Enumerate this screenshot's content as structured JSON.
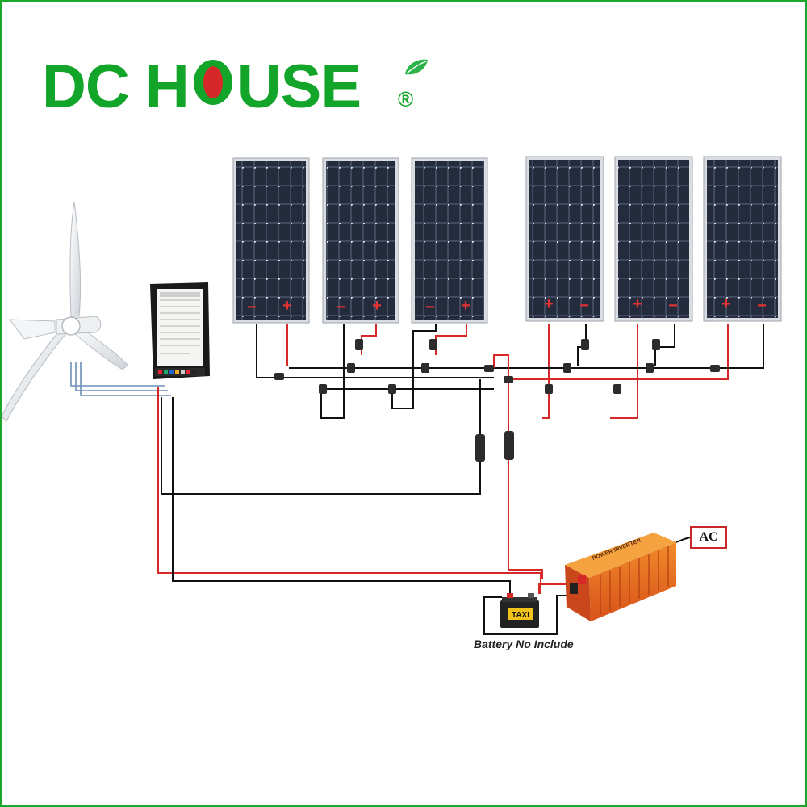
{
  "brand": {
    "logo_prefix": "DC H",
    "logo_suffix": "USE",
    "registered_mark": "®",
    "color_green": "#13a52a",
    "color_red": "#d62828"
  },
  "diagram": {
    "panel_count": 6,
    "panel_labels": {
      "negative": "−",
      "positive": "+"
    },
    "ac_label": "AC",
    "battery_caption": "Battery No Include",
    "battery_brand": "TAXI",
    "inverter_label": "POWER INVERTER",
    "wire_colors": {
      "positive": "#d62828",
      "negative": "#111111",
      "wind": "#6b8fb8"
    }
  }
}
